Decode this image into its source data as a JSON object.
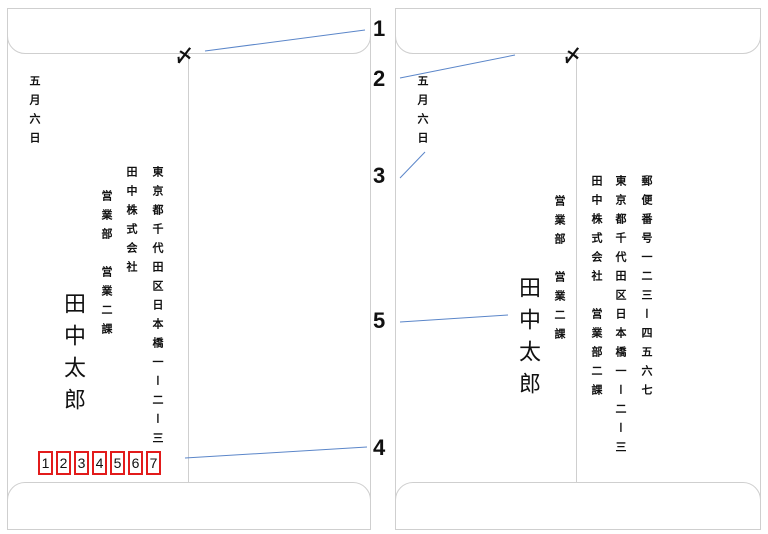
{
  "left_envelope": {
    "date": "五月六日",
    "address": "東京都千代田区日本橋一ー二ー三",
    "company": "田中株式会社",
    "department": "営業部　営業二課",
    "name": "田中太郎",
    "postal_digits": [
      "1",
      "2",
      "3",
      "4",
      "5",
      "6",
      "7"
    ]
  },
  "right_envelope": {
    "date": "五月六日",
    "postal": "郵便番号一二三ー四五六七",
    "address": "東京都千代田区日本橋一ー二ー三",
    "company": "田中株式会社　営業部二課",
    "department": "営業部　営業二課",
    "name": "田中太郎"
  },
  "callouts": [
    "1",
    "2",
    "3",
    "4",
    "5"
  ],
  "colors": {
    "leader_line": "#5b86c9",
    "postal_box": "#e21b1b"
  }
}
